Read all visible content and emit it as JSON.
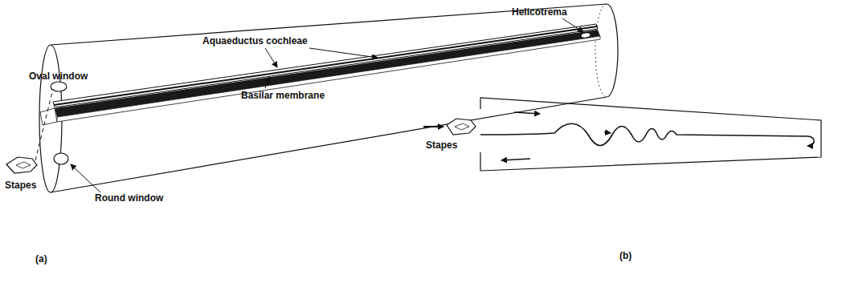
{
  "diagram": {
    "labels": [
      "Helicotrema",
      "Aquaeductus cochleae",
      "Oval window",
      "Basilar membrane",
      "Stapes",
      "Round window",
      "(a)",
      "Stapes",
      "(b)"
    ]
  }
}
